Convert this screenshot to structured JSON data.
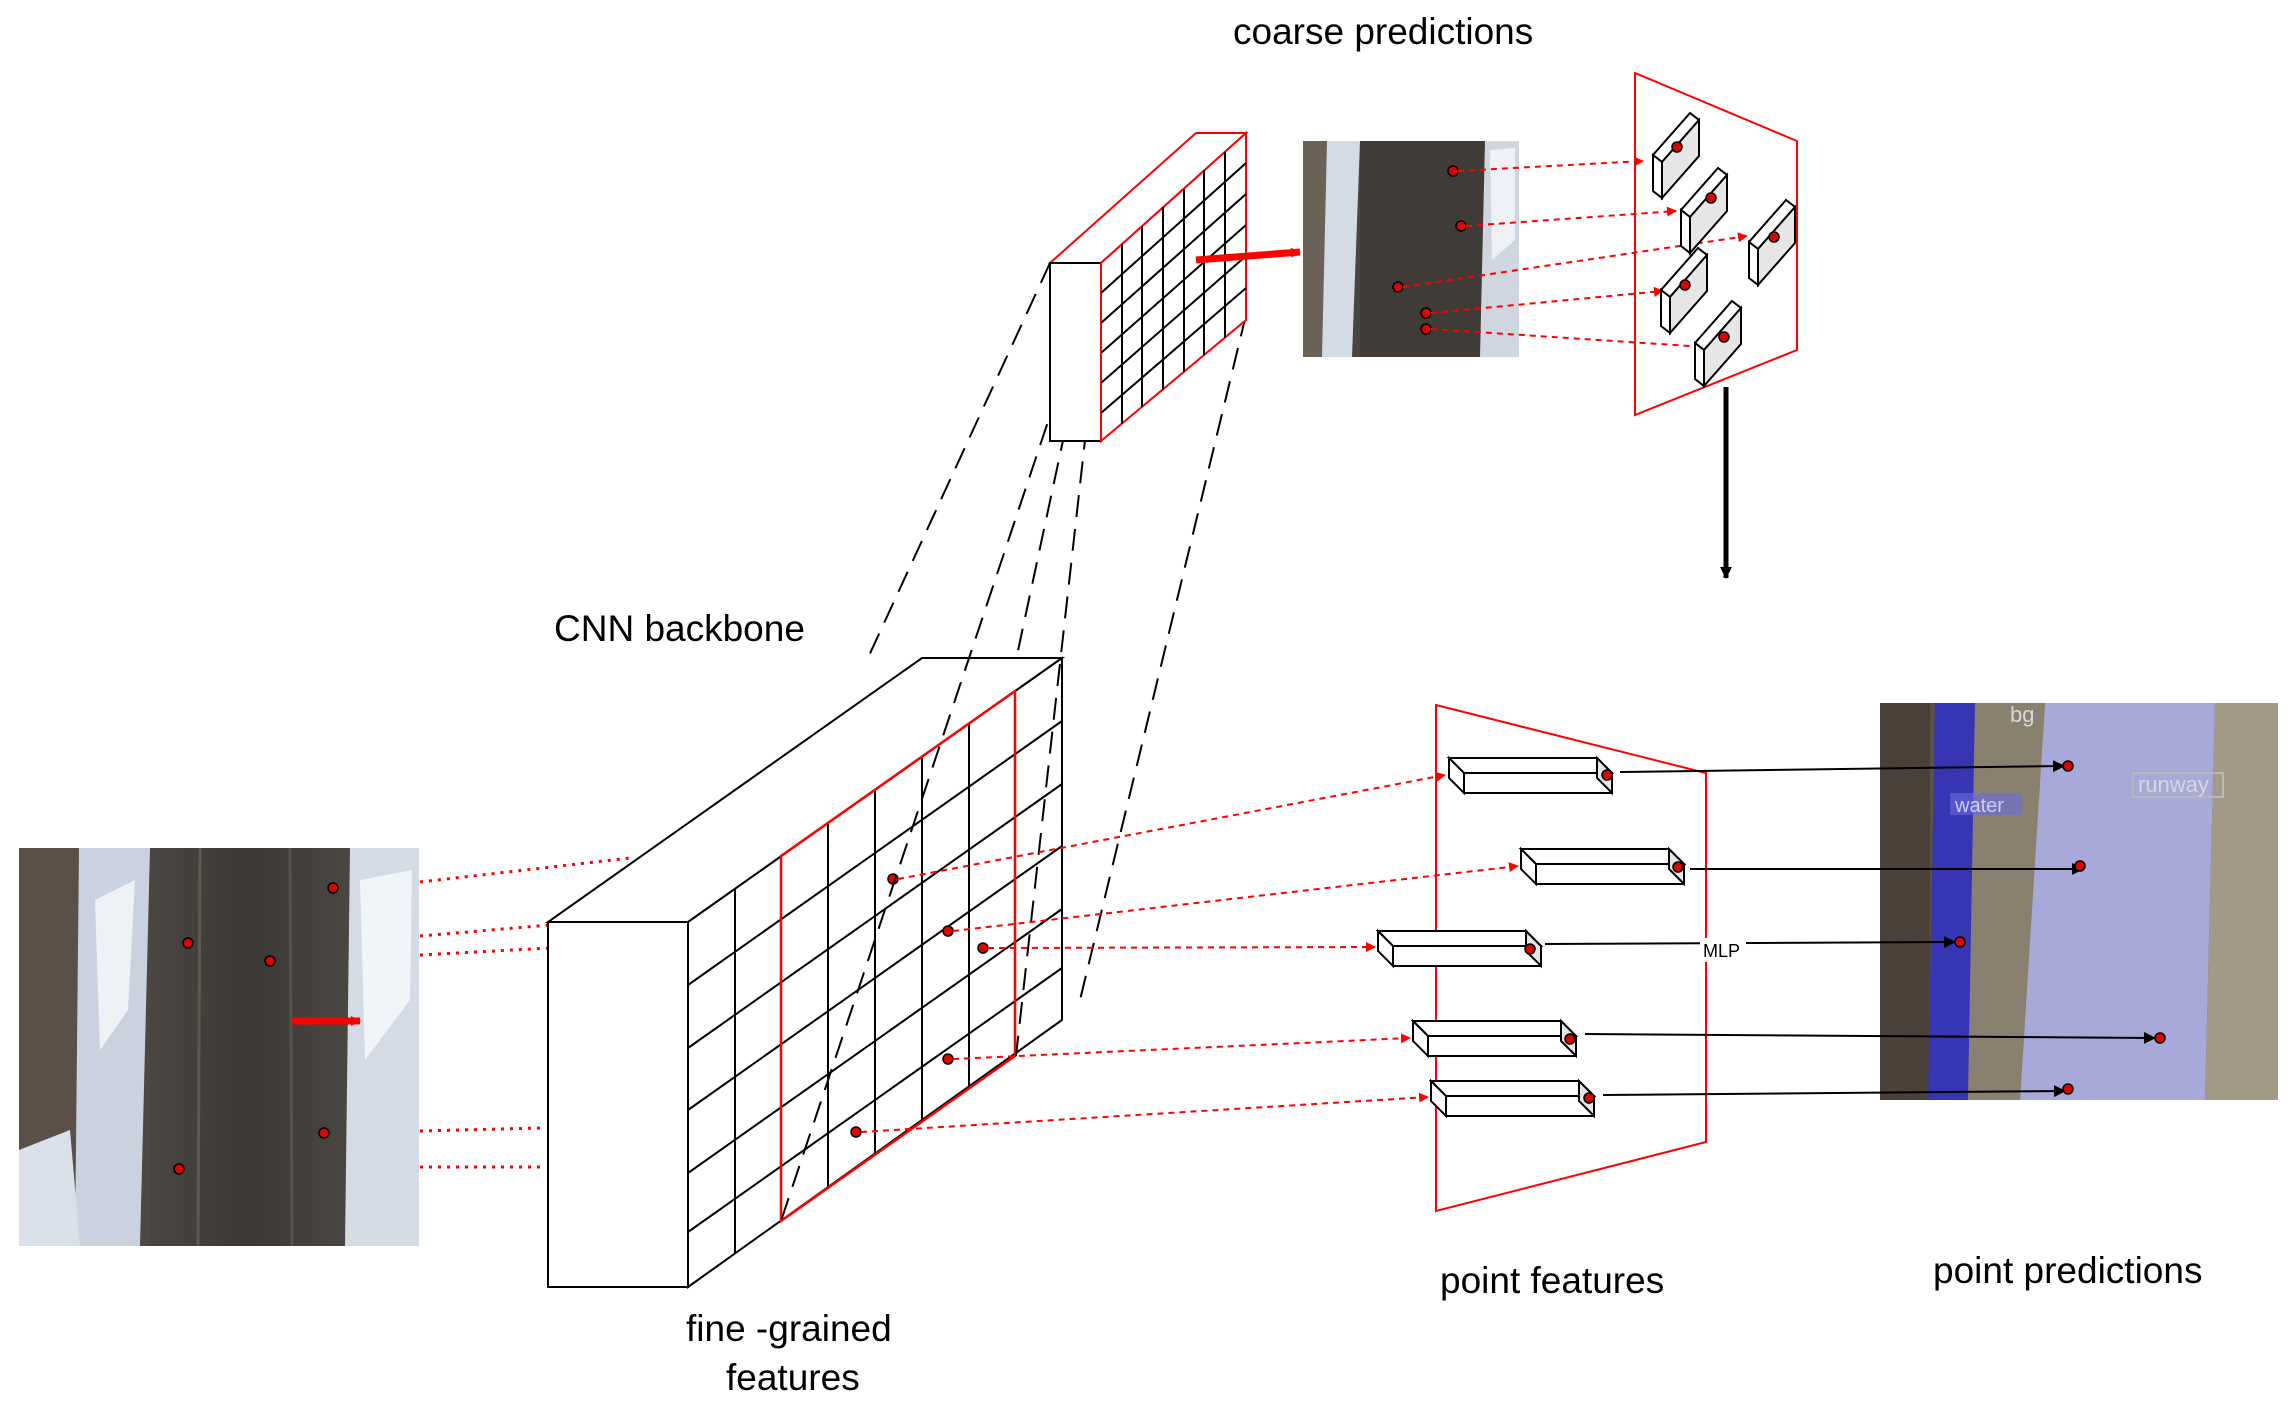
{
  "labels": {
    "coarse_predictions": "coarse predictions",
    "cnn_backbone": "CNN backbone",
    "fine_grained_line1": "fine -grained",
    "fine_grained_line2": "features",
    "point_features": "point features",
    "point_predictions": "point predictions",
    "mlp": "MLP",
    "overlay_water": "water",
    "overlay_bg": "bg",
    "overlay_runway": "runway"
  },
  "colors": {
    "accent_red": "#ff0000",
    "point_fill": "#e00000",
    "water_overlay": "#2a2ad0",
    "runway_overlay": "#a7a9d8"
  }
}
